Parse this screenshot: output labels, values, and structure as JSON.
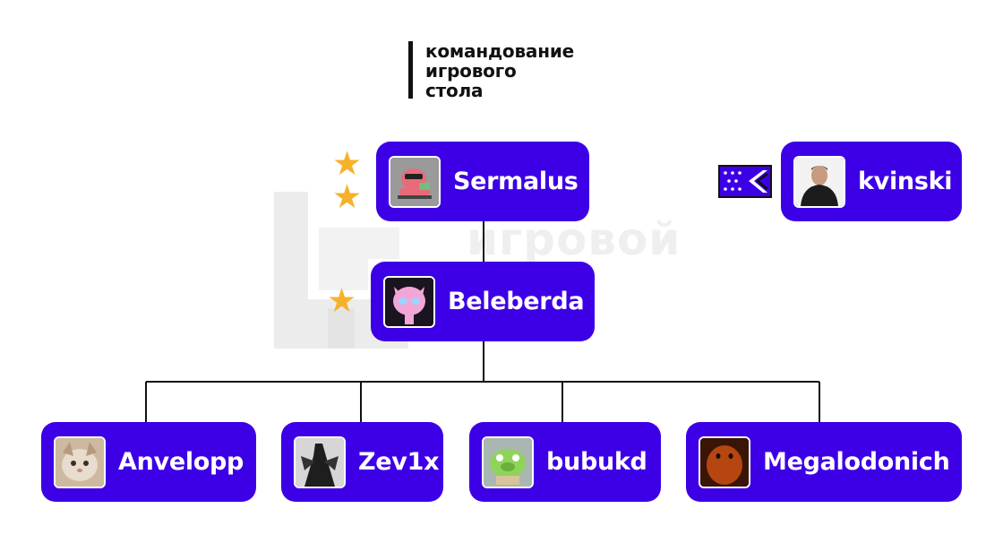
{
  "title": {
    "line1": "командование",
    "line2": "игрового",
    "line3": "стола"
  },
  "watermark": {
    "text": "игровой"
  },
  "colors": {
    "node": "#3d00e6",
    "star": "#f6b12c",
    "line": "#111111"
  },
  "nodes": {
    "sermalus": {
      "name": "Sermalus",
      "stars": 2,
      "avatar": "pink-creature-avatar"
    },
    "kvinski": {
      "name": "kvinski",
      "avatar": "man-portrait-avatar",
      "badge": "rank-insignia-icon"
    },
    "beleberda": {
      "name": "Beleberda",
      "stars": 1,
      "avatar": "pink-cartoon-avatar"
    },
    "anvelopp": {
      "name": "Anvelopp",
      "avatar": "cat-avatar"
    },
    "zev1x": {
      "name": "Zev1x",
      "avatar": "dark-warrior-avatar"
    },
    "bubukd": {
      "name": "bubukd",
      "avatar": "green-pig-avatar"
    },
    "megalodonich": {
      "name": "Megalodonich",
      "avatar": "orange-figure-avatar"
    }
  },
  "glyphs": {
    "star": "★"
  }
}
